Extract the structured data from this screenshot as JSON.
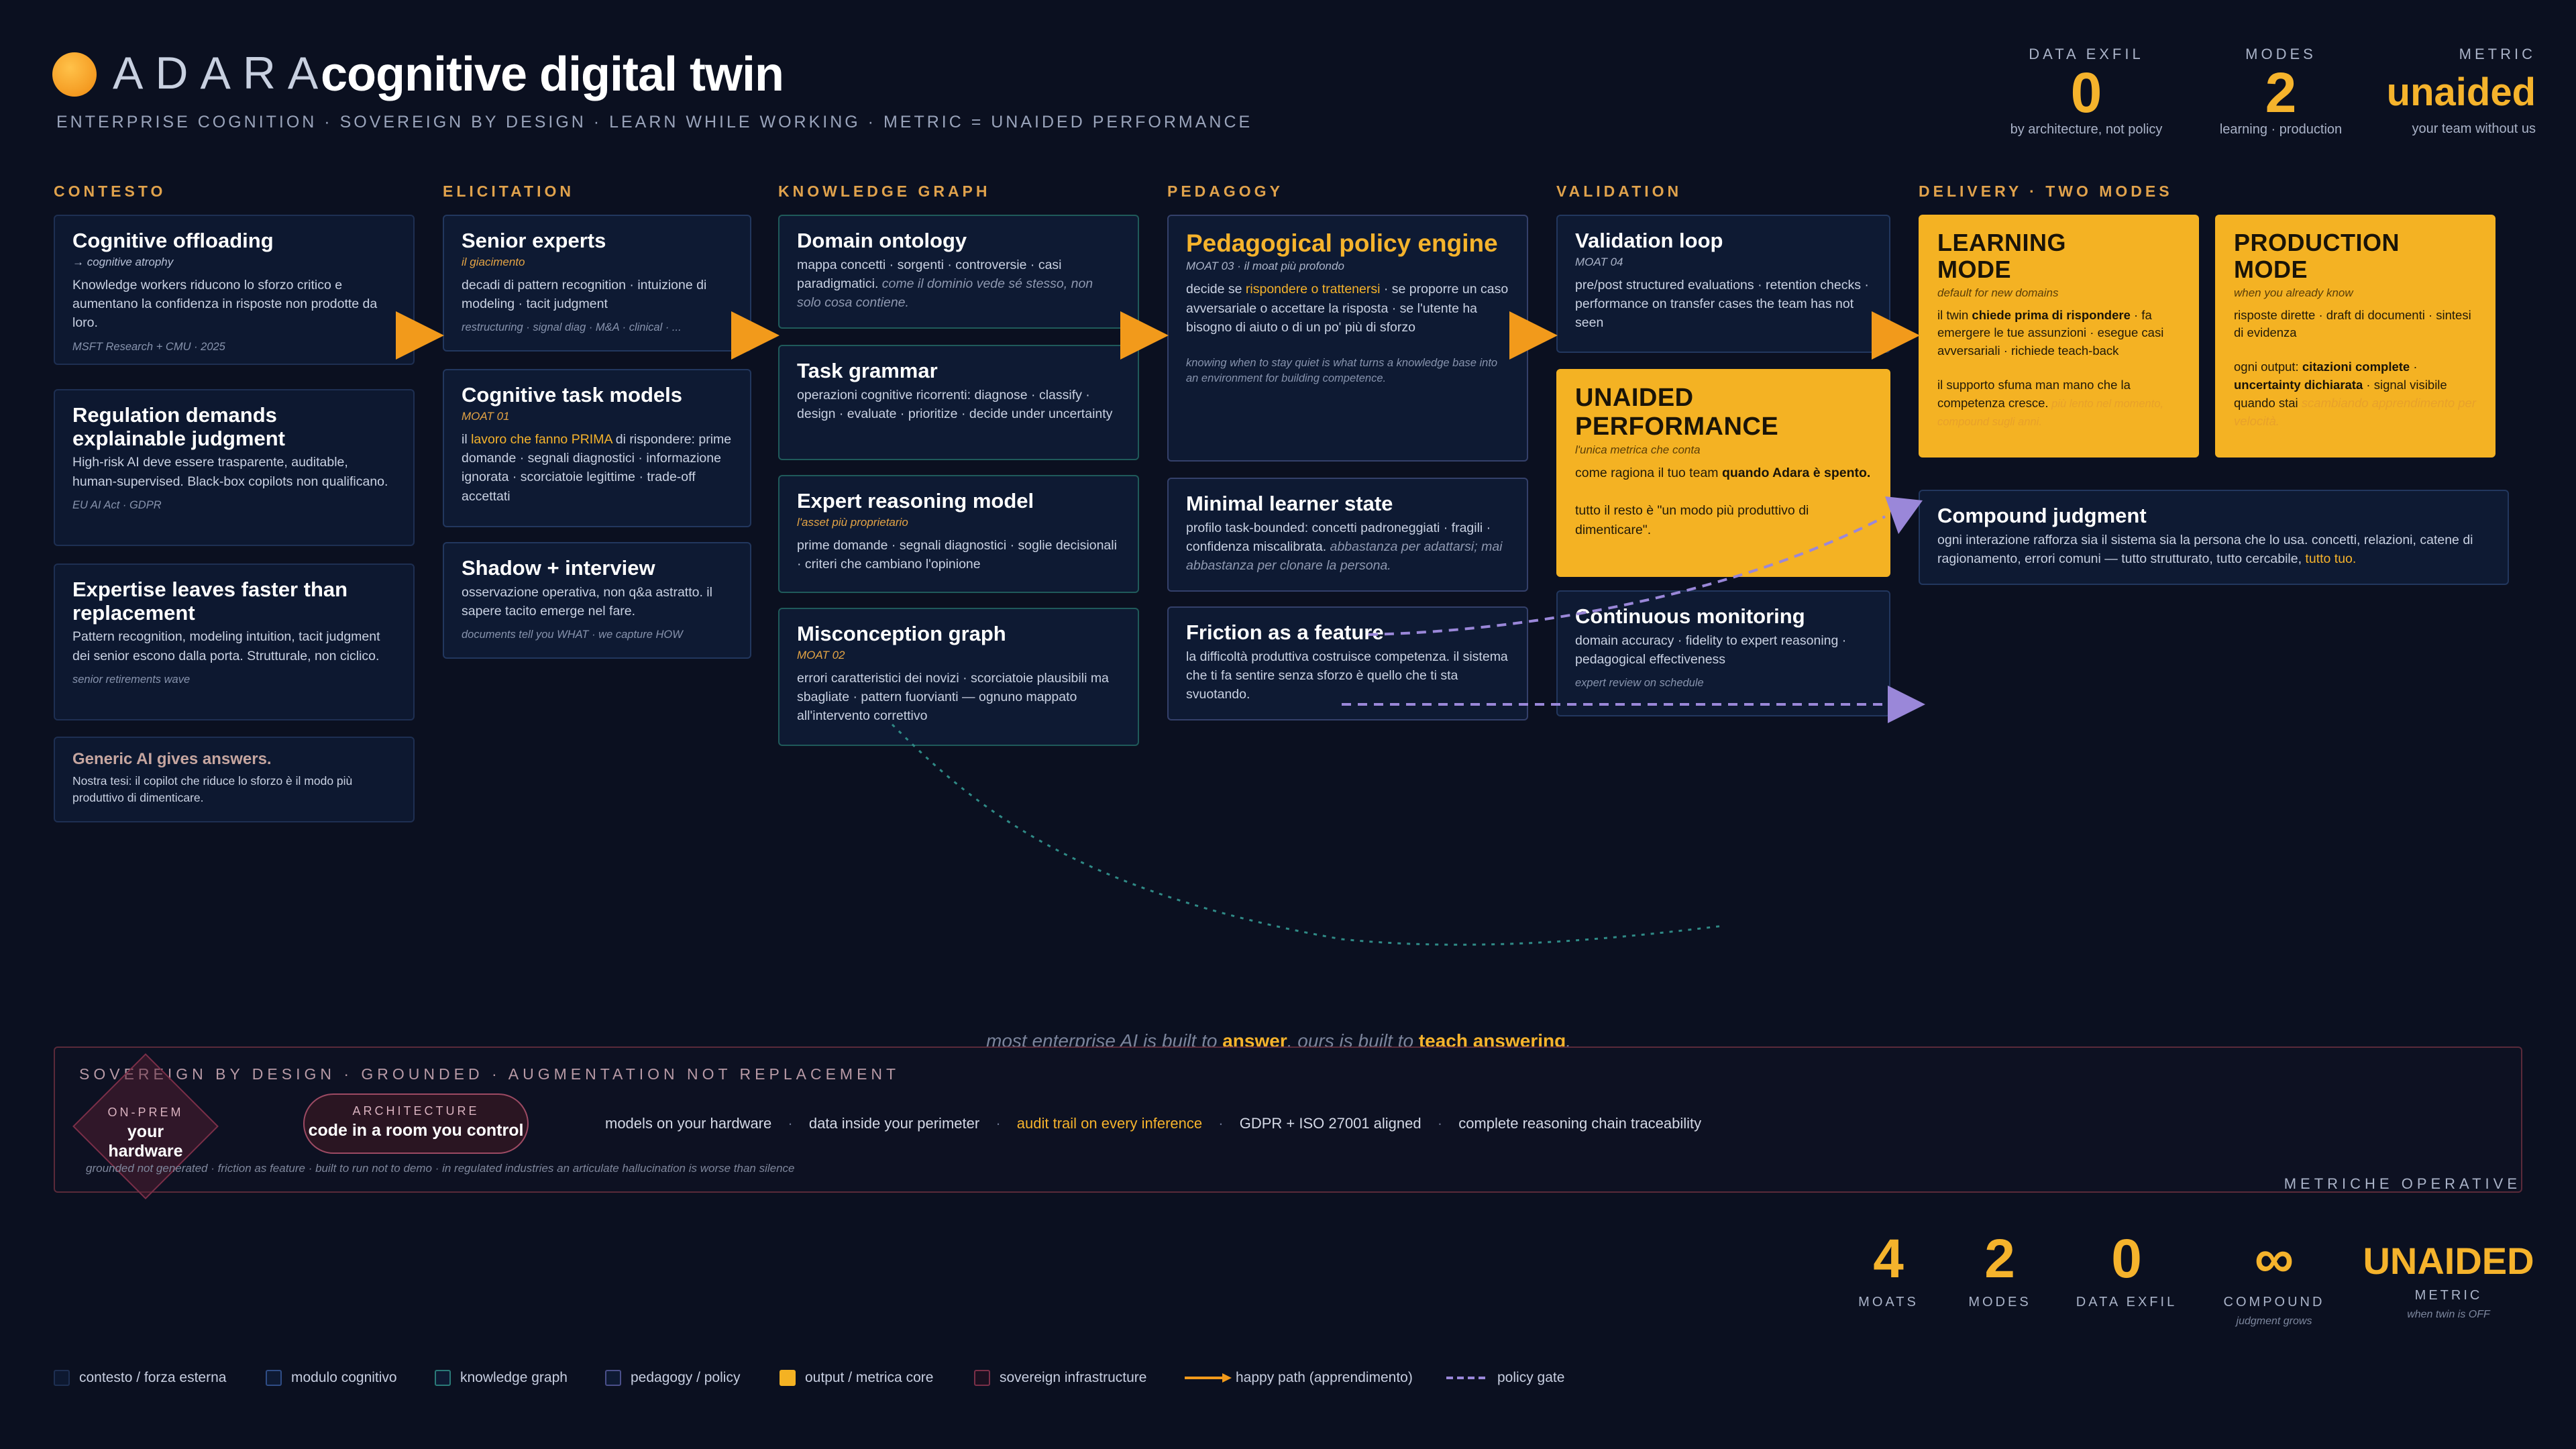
{
  "header": {
    "brand": "ADARA",
    "title": "cognitive digital twin",
    "tagline": "ENTERPRISE COGNITION · SOVEREIGN BY DESIGN · LEARN WHILE WORKING · METRIC = UNAIDED PERFORMANCE"
  },
  "top_kpis": [
    {
      "label": "DATA EXFIL",
      "value": "0",
      "sub": "by architecture, not policy"
    },
    {
      "label": "MODES",
      "value": "2",
      "sub": "learning · production"
    },
    {
      "label": "METRIC",
      "value": "unaided",
      "sub": "your team without us"
    }
  ],
  "columns": {
    "contesto": "CONTESTO",
    "elicitation": "ELICITATION",
    "kg": "KNOWLEDGE GRAPH",
    "pedagogy": "PEDAGOGY",
    "validation": "VALIDATION",
    "delivery": "DELIVERY · TWO MODES"
  },
  "contesto": [
    {
      "title": "Cognitive offloading",
      "sub": "→ cognitive atrophy",
      "body": "Knowledge workers riducono lo sforzo critico e aumentano la confidenza in risposte non prodotte da loro.",
      "foot": "MSFT Research + CMU · 2025"
    },
    {
      "title": "Regulation demands explainable judgment",
      "body": "High-risk AI deve essere trasparente, auditable, human-supervised. Black-box copilots non qualificano.",
      "foot": "EU AI Act · GDPR"
    },
    {
      "title": "Expertise leaves faster than replacement",
      "body": "Pattern recognition, modeling intuition, tacit judgment dei senior escono dalla porta. Strutturale, non ciclico.",
      "foot": "senior retirements wave"
    },
    {
      "title": "Generic AI gives answers.",
      "body": "Nostra tesi: il copilot che riduce lo sforzo è il modo più produttivo di dimenticare."
    }
  ],
  "elicitation": [
    {
      "title": "Senior experts",
      "sub": "il giacimento",
      "body": "decadi di pattern recognition · intuizione di modeling · tacit judgment",
      "foot": "restructuring · signal diag · M&A · clinical · ..."
    },
    {
      "title": "Cognitive task models",
      "sub": "MOAT 01",
      "body_pre": "il ",
      "body_hl": "lavoro che fanno PRIMA",
      "body_post": " di rispondere: prime domande · segnali diagnostici · informazione ignorata · scorciatoie legittime · trade-off accettati"
    },
    {
      "title": "Shadow + interview",
      "body": "osservazione operativa, non q&a astratto. il sapere tacito emerge nel fare.",
      "foot": "documents tell you WHAT · we capture HOW"
    }
  ],
  "kg": [
    {
      "title": "Domain ontology",
      "body": "mappa concetti · sorgenti · controversie · casi paradigmatici.",
      "dim": " come il dominio vede sé stesso, non solo cosa contiene."
    },
    {
      "title": "Task grammar",
      "body": "operazioni cognitive ricorrenti: diagnose · classify · design · evaluate · prioritize · decide under uncertainty"
    },
    {
      "title": "Expert reasoning model",
      "sub": "l'asset più proprietario",
      "body": "prime domande · segnali diagnostici · soglie decisionali · criteri che cambiano l'opinione"
    },
    {
      "title": "Misconception graph",
      "sub": "MOAT 02",
      "body": "errori caratteristici dei novizi · scorciatoie plausibili ma sbagliate · pattern fuorvianti — ognuno mappato all'intervento correttivo"
    }
  ],
  "pedagogy": [
    {
      "title": "Pedagogical policy engine",
      "sub": "MOAT 03 · il moat più profondo",
      "body_pre": "decide se ",
      "body_hl": "rispondere o trattenersi",
      "body_post": " · se proporre un caso avversariale o accettare la risposta · se l'utente ha bisogno di aiuto o di un po' più di sforzo",
      "foot": "knowing when to stay quiet is what turns a knowledge base into an environment for building competence."
    },
    {
      "title": "Minimal learner state",
      "body": "profilo task-bounded: concetti padroneggiati · fragili · confidenza miscalibrata.",
      "dim": " abbastanza per adattarsi; mai abbastanza per clonare la persona."
    },
    {
      "title": "Friction as a feature",
      "body": "la difficoltà produttiva costruisce competenza. il sistema che ti fa sentire senza sforzo è quello che ti sta svuotando."
    }
  ],
  "validation": [
    {
      "title": "Validation loop",
      "sub": "MOAT 04",
      "body": "pre/post structured evaluations · retention checks · performance on transfer cases the team has not seen"
    },
    {
      "title": "UNAIDED PERFORMANCE",
      "sub": "l'unica metrica che conta",
      "body_pre": "come ragiona il tuo team ",
      "body_hl": "quando Adara è spento.",
      "body2": "tutto il resto è \"un modo più produttivo di dimenticare\"."
    },
    {
      "title": "Continuous monitoring",
      "body": "domain accuracy · fidelity to expert reasoning · pedagogical effectiveness",
      "foot": "expert review on schedule"
    }
  ],
  "delivery": [
    {
      "title": "LEARNING MODE",
      "sub": "default for new domains",
      "body_pre": "il twin ",
      "body_hl": "chiede prima di rispondere",
      "body_post": " · fa emergere le tue assunzioni · esegue casi avversariali · richiede teach-back",
      "body2": "il supporto sfuma man mano che la competenza cresce.",
      "foot": " più lento nel momento, compound sugli anni."
    },
    {
      "title": "PRODUCTION MODE",
      "sub": "when you already know",
      "body": "risposte dirette · draft di documenti · sintesi di evidenza",
      "body2_pre": "ogni output: ",
      "body2_hl1": "citazioni complete",
      "body2_mid": " · ",
      "body2_hl2": "uncertainty dichiarata",
      "body2_post": " · signal visibile quando stai",
      "foot": " scambiando apprendimento per velocità."
    },
    {
      "title": "Compound judgment",
      "body": "ogni interazione rafforza sia il sistema sia la persona che lo usa. concetti, relazioni, catene di ragionamento, errori comuni — tutto strutturato, tutto cercabile,",
      "hl": " tutto tuo."
    }
  ],
  "tagline_mid": {
    "pre": "most enterprise AI is built to ",
    "hl1": "answer",
    "mid": ". ours is built to ",
    "hl2": "teach answering",
    "post": "."
  },
  "sovereign": {
    "title": "SOVEREIGN BY DESIGN · GROUNDED · AUGMENTATION NOT REPLACEMENT",
    "onprem_label": "ON-PREM",
    "onprem_value": "your hardware",
    "arch_label": "ARCHITECTURE",
    "arch_value": "code in a room you control",
    "items": [
      "models on your hardware",
      "data inside your perimeter",
      "audit trail on every inference",
      "GDPR + ISO 27001 aligned",
      "complete reasoning chain traceability"
    ],
    "footnote": "grounded not generated · friction as feature · built to run not to demo · in regulated industries an articulate hallucination is worse than silence",
    "metrics_title": "METRICHE OPERATIVE"
  },
  "bottom_kpis": [
    {
      "value": "4",
      "label": "MOATS",
      "sub": ""
    },
    {
      "value": "2",
      "label": "MODES",
      "sub": ""
    },
    {
      "value": "0",
      "label": "DATA EXFIL",
      "sub": ""
    },
    {
      "value": "∞",
      "label": "COMPOUND",
      "sub": "judgment grows"
    },
    {
      "value": "UNAIDED",
      "label": "METRIC",
      "sub": "when twin is OFF"
    }
  ],
  "legend": [
    {
      "label": "contesto / forza esterna",
      "color": "#1e2f52",
      "icon": "square"
    },
    {
      "label": "modulo cognitivo",
      "color": "#2f4d86",
      "icon": "square"
    },
    {
      "label": "knowledge graph",
      "color": "#1f5a5a",
      "icon": "square"
    },
    {
      "label": "pedagogy / policy",
      "color": "#3b3f73",
      "icon": "square"
    },
    {
      "label": "output / metrica core",
      "color": "#f4b223",
      "icon": "square"
    },
    {
      "label": "sovereign infrastructure",
      "color": "#5a2a3a",
      "icon": "square"
    },
    {
      "label": "happy path (apprendimento)",
      "color": "#f29a1b",
      "icon": "arrow"
    },
    {
      "label": "policy gate",
      "color": "#9a87d9",
      "icon": "dashed"
    }
  ]
}
